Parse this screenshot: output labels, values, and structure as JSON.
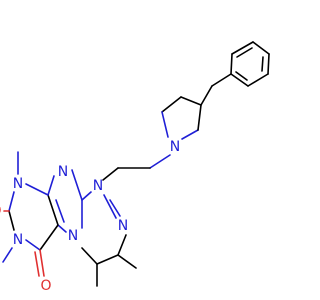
{
  "molecule": {
    "atom_labels": {
      "n1": "N",
      "n2": "N",
      "n3": "N",
      "n4": "N",
      "n5": "N",
      "n6": "N",
      "n7": "N",
      "o1": "O",
      "o2": "O"
    },
    "colors": {
      "carbon_bond": "#000000",
      "nitrogen": "#1f1fd6",
      "oxygen": "#e03030"
    }
  }
}
